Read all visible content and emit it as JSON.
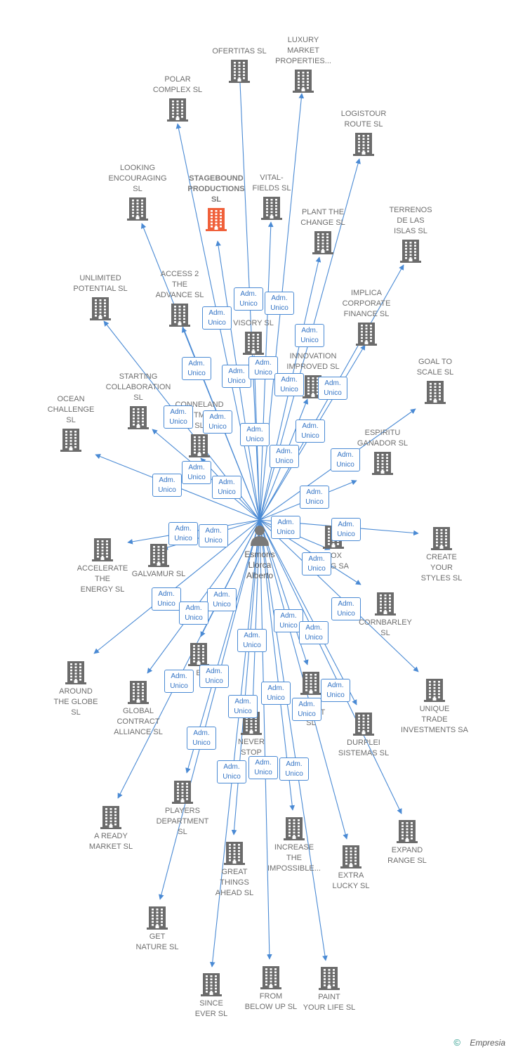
{
  "colors": {
    "edge": "#4a8ad4",
    "building": "#6b6b6b",
    "highlight": "#f0603a",
    "role_text": "#3474c5"
  },
  "center": {
    "name": "Esmoris\nLlorca\nAlberto",
    "icon": "person-icon"
  },
  "role_label": "Adm.\nUnico",
  "nodes": [
    {
      "label": "OFERTITAS  SL",
      "highlight": false
    },
    {
      "label": "LUXURY\nMARKET\nPROPERTIES...",
      "highlight": false
    },
    {
      "label": "POLAR\nCOMPLEX  SL",
      "highlight": false
    },
    {
      "label": "LOGISTOUR\nROUTE  SL",
      "highlight": false
    },
    {
      "label": "LOOKING\nENCOURAGING\nSL",
      "highlight": false
    },
    {
      "label": "STAGEBOUND\nPRODUCTIONS\nSL",
      "highlight": true
    },
    {
      "label": "VITAL-\nFIELDS  SL",
      "highlight": false
    },
    {
      "label": "PLANT THE\nCHANGE  SL",
      "highlight": false
    },
    {
      "label": "TERRENOS\nDE LAS\nISLAS  SL",
      "highlight": false
    },
    {
      "label": "UNLIMITED\nPOTENTIAL  SL",
      "highlight": false
    },
    {
      "label": "ACCESS 2\nTHE\nADVANCE  SL",
      "highlight": false
    },
    {
      "label": "IMPLICA\nCORPORATE\nFINANCE  SL",
      "highlight": false
    },
    {
      "label": "VISORY  SL",
      "highlight": false
    },
    {
      "label": "INNOVATION\nIMPROVED  SL",
      "highlight": false
    },
    {
      "label": "GOAL TO\nSCALE  SL",
      "highlight": false
    },
    {
      "label": "STARTING\nCOLLABORATION\nSL",
      "highlight": false
    },
    {
      "label": "OCEAN\nCHALLENGE\nSL",
      "highlight": false
    },
    {
      "label": "CONNELAND\nTM\nSL",
      "highlight": false
    },
    {
      "label": "ESPIRITU\nGANADOR SL",
      "highlight": false
    },
    {
      "label": "ACCELERATE\nTHE\nENERGY  SL",
      "highlight": false
    },
    {
      "label": "GALVAMUR  SL",
      "highlight": false
    },
    {
      "label": "NOX\nTING SA",
      "highlight": false
    },
    {
      "label": "CREATE\nYOUR\nSTYLES  SL",
      "highlight": false
    },
    {
      "label": "CORNBARLEY\nSL",
      "highlight": false
    },
    {
      "label": "AROUND\nTHE GLOBE\nSL",
      "highlight": false
    },
    {
      "label": "GLOBAL\nCONTRACT\nALLIANCE  SL",
      "highlight": false
    },
    {
      "label": "E",
      "highlight": false
    },
    {
      "label": "UNIQUE\nTRADE\nINVESTMENTS SA",
      "highlight": false
    },
    {
      "label": "G\nDE        ENT\nSL",
      "highlight": false
    },
    {
      "label": "DURPLEI\nSISTEMAS  SL",
      "highlight": false
    },
    {
      "label": "NEVER\nSTOP",
      "highlight": false
    },
    {
      "label": "PLAYERS\nDEPARTMENT\nSL",
      "highlight": false
    },
    {
      "label": "A READY\nMARKET  SL",
      "highlight": false
    },
    {
      "label": "INCREASE\nTHE\nIMPOSSIBLE...",
      "highlight": false
    },
    {
      "label": "EXPAND\nRANGE  SL",
      "highlight": false
    },
    {
      "label": "GREAT\nTHINGS\nAHEAD  SL",
      "highlight": false
    },
    {
      "label": "EXTRA\nLUCKY  SL",
      "highlight": false
    },
    {
      "label": "GET\nNATURE  SL",
      "highlight": false
    },
    {
      "label": "SINCE\nEVER  SL",
      "highlight": false
    },
    {
      "label": "FROM\nBELOW UP  SL",
      "highlight": false
    },
    {
      "label": "PAINT\nYOUR LIFE  SL",
      "highlight": false
    }
  ],
  "footer": {
    "copyright": "©",
    "brand": "Empresia"
  }
}
